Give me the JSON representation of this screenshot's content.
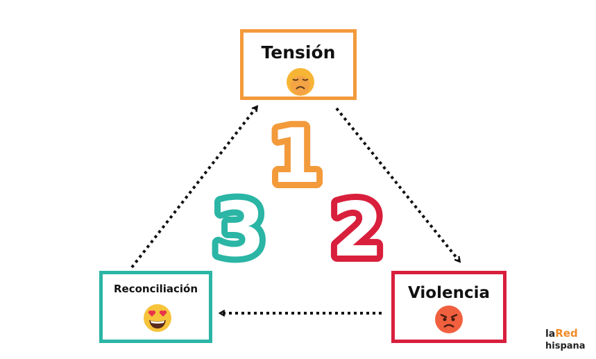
{
  "stages": [
    {
      "number": "1",
      "label": "Tensión",
      "emoji": "weary-face",
      "color": "#f39a3b"
    },
    {
      "number": "2",
      "label": "Violencia",
      "emoji": "angry-face",
      "color": "#d81f3c"
    },
    {
      "number": "3",
      "label": "Reconciliación",
      "emoji": "heart-eyes-face",
      "color": "#2bb5a5"
    }
  ],
  "logo": {
    "text_top": "la",
    "text_red": "Red",
    "text_bottom": "hispana"
  }
}
